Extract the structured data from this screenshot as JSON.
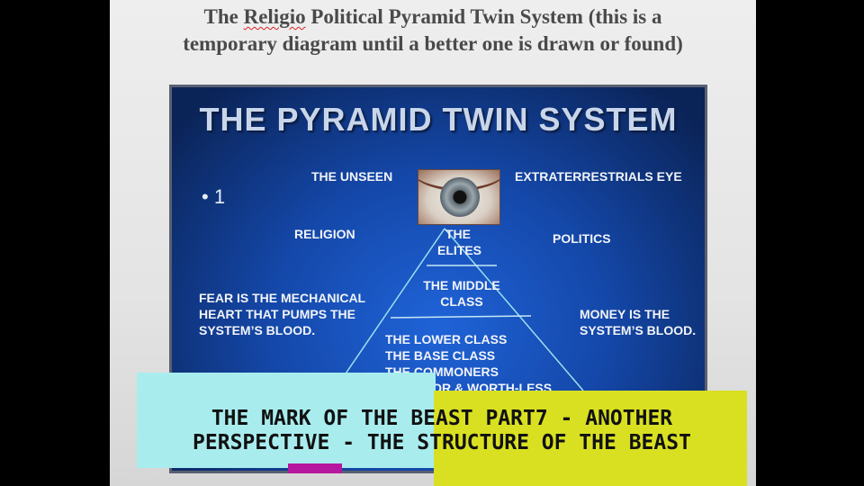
{
  "document": {
    "title_line1_pre": "The ",
    "title_line1_mark": "Religio",
    "title_line1_post": " Political Pyramid Twin System (this is a",
    "title_line2": "temporary diagram until a better one is drawn or found)"
  },
  "slide": {
    "title": "THE PYRAMID TWIN SYSTEM",
    "bullet": "• 1",
    "unseen": "THE UNSEEN",
    "extraterrestrials": "EXTRATERRESTRIALS EYE",
    "religion": "RELIGION",
    "politics": "POLITICS",
    "elites": "THE\nELITES",
    "middle": "THE MIDDLE\nCLASS",
    "lower": "THE LOWER CLASS\nTHE BASE CLASS\nTHE COMMONERS\nTHE POOR & WORTH-LESS",
    "fear": "FEAR IS THE MECHANICAL\nHEART THAT PUMPS THE\nSYSTEM’S BLOOD.",
    "money": "MONEY IS THE\nSYSTEM’S BLOOD.",
    "eye_icon": "eye-icon"
  },
  "banner": {
    "line1": "THE MARK OF THE BEAST PART7 - ANOTHER",
    "line2": "PERSPECTIVE - THE STRUCTURE OF THE BEAST",
    "colors": {
      "left": "#a9ecee",
      "right": "#d9e021",
      "accent": "#b5179e"
    }
  }
}
